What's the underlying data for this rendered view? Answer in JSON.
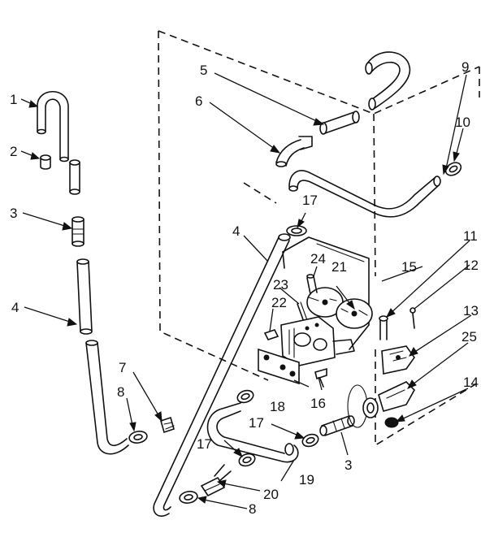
{
  "callouts": [
    {
      "id": "c1",
      "text": "1"
    },
    {
      "id": "c2",
      "text": "2"
    },
    {
      "id": "c3a",
      "text": "3"
    },
    {
      "id": "c4a",
      "text": "4"
    },
    {
      "id": "c5",
      "text": "5"
    },
    {
      "id": "c6",
      "text": "6"
    },
    {
      "id": "c4b",
      "text": "4"
    },
    {
      "id": "c7",
      "text": "7"
    },
    {
      "id": "c8a",
      "text": "8"
    },
    {
      "id": "c9",
      "text": "9"
    },
    {
      "id": "c10",
      "text": "10"
    },
    {
      "id": "c11",
      "text": "11"
    },
    {
      "id": "c12",
      "text": "12"
    },
    {
      "id": "c13",
      "text": "13"
    },
    {
      "id": "c14",
      "text": "14"
    },
    {
      "id": "c15",
      "text": "15"
    },
    {
      "id": "c16",
      "text": "16"
    },
    {
      "id": "c17a",
      "text": "17"
    },
    {
      "id": "c17b",
      "text": "17"
    },
    {
      "id": "c17c",
      "text": "17"
    },
    {
      "id": "c18",
      "text": "18"
    },
    {
      "id": "c19",
      "text": "19"
    },
    {
      "id": "c20",
      "text": "20"
    },
    {
      "id": "c21",
      "text": "21"
    },
    {
      "id": "c22",
      "text": "22"
    },
    {
      "id": "c23",
      "text": "23"
    },
    {
      "id": "c24",
      "text": "24"
    },
    {
      "id": "c25",
      "text": "25"
    },
    {
      "id": "c3b",
      "text": "3"
    },
    {
      "id": "c8b",
      "text": "8"
    }
  ]
}
